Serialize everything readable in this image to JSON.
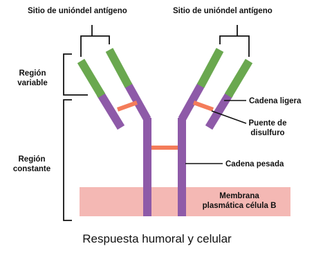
{
  "labels": {
    "site_left": "Sitio de uniónd­el antígeno",
    "site_right": "Sitio de uniónd­el antígeno",
    "region_variable_line1": "Región",
    "region_variable_line2": "variable",
    "region_constant_line1": "Región",
    "region_constant_line2": "constante",
    "light_chain": "Cadena ligera",
    "disulfide_line1": "Puente de",
    "disulfide_line2": "disulfuro",
    "heavy_chain": "Cadena pesada",
    "membrane_line1": "Membrana",
    "membrane_line2": "plasmática célula B"
  },
  "caption": "Respuesta humoral y celular",
  "colors": {
    "variable": "#6aa84f",
    "constant": "#8e5aa8",
    "disulfide": "#f47c5a",
    "membrane": "#f4b8b4",
    "line": "#111111"
  }
}
